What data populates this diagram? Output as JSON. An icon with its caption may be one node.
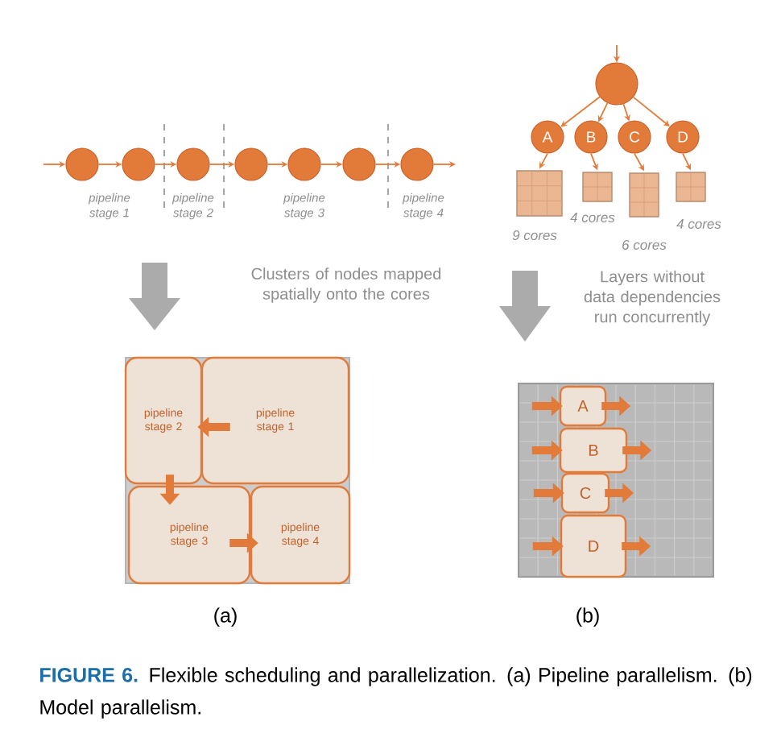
{
  "diagram": {
    "caption": "**FIGURE 6.** Flexible scheduling and parallelization. (a) Pipeline parallelism. (b) Model parallelism.",
    "nodes": [
      {
        "text": [],
        "shape": "circle"
      },
      {
        "text": [],
        "shape": "circle"
      },
      {
        "text": [],
        "shape": "circle"
      },
      {
        "text": [],
        "shape": "circle"
      },
      {
        "text": [],
        "shape": "circle"
      },
      {
        "text": [],
        "shape": "circle"
      },
      {
        "text": [],
        "shape": "circle"
      },
      {
        "text": [],
        "shape": "circle"
      },
      {
        "text": [
          "A"
        ]
      },
      {
        "text": [
          "B"
        ]
      },
      {
        "text": [
          "C"
        ]
      },
      {
        "text": [
          "D"
        ]
      },
      {
        "text": [],
        "shape": "box",
        "beside": [
          "9 cores"
        ]
      },
      {
        "text": [],
        "shape": "box",
        "beside": [
          "4 cores"
        ]
      },
      {
        "text": [],
        "shape": "box",
        "beside": [
          "6 cores"
        ]
      },
      {
        "text": [],
        "shape": "box",
        "beside": [
          "4 cores"
        ]
      },
      {
        "text": [],
        "shape": "box"
      },
      {
        "text": [
          "pipeline stage 2"
        ],
        "in": 16
      },
      {
        "text": [
          "pipeline stage 1"
        ],
        "in": 16
      },
      {
        "text": [
          "pipeline stage 3"
        ],
        "in": 16
      },
      {
        "text": [
          "pipeline stage 4"
        ],
        "in": 16
      },
      {
        "text": [],
        "shape": "box"
      },
      {
        "text": [
          "A"
        ],
        "in": 21
      },
      {
        "text": [
          "B"
        ],
        "in": 21
      },
      {
        "text": [
          "C"
        ],
        "in": 21
      },
      {
        "text": [
          "D"
        ],
        "in": 21
      }
    ],
    "edges": [
      {
        "from": null,
        "to": 0,
        "arrow": "to"
      },
      {
        "from": 0,
        "to": 1,
        "arrow": "to"
      },
      {
        "from": 1,
        "to": 2,
        "arrow": "to"
      },
      {
        "from": 2,
        "to": 3,
        "arrow": "to"
      },
      {
        "from": 3,
        "to": 4,
        "arrow": "to"
      },
      {
        "from": 4,
        "to": 5,
        "arrow": "to"
      },
      {
        "from": 5,
        "to": 6,
        "arrow": "to"
      },
      {
        "from": 6,
        "to": null,
        "arrow": "to"
      },
      {
        "from": null,
        "to": 7,
        "arrow": "to"
      },
      {
        "from": 7,
        "to": 8,
        "arrow": "to"
      },
      {
        "from": 7,
        "to": 9,
        "arrow": "to"
      },
      {
        "from": 7,
        "to": 10,
        "arrow": "to"
      },
      {
        "from": 7,
        "to": 11,
        "arrow": "to"
      },
      {
        "from": 8,
        "to": 12,
        "arrow": "to"
      },
      {
        "from": 9,
        "to": 13,
        "arrow": "to"
      },
      {
        "from": 10,
        "to": 14,
        "arrow": "to"
      },
      {
        "from": 11,
        "to": 15,
        "arrow": "to"
      },
      {
        "from": 18,
        "to": 17,
        "arrow": "to",
        "style": "thick"
      },
      {
        "from": 17,
        "to": 19,
        "arrow": "to",
        "style": "thick"
      },
      {
        "from": 19,
        "to": 20,
        "arrow": "to",
        "style": "thick"
      },
      {
        "from": null,
        "to": 22,
        "arrow": "to",
        "style": "thick"
      },
      {
        "from": 22,
        "to": null,
        "arrow": "to",
        "style": "thick"
      },
      {
        "from": null,
        "to": 23,
        "arrow": "to",
        "style": "thick"
      },
      {
        "from": 23,
        "to": null,
        "arrow": "to",
        "style": "thick"
      },
      {
        "from": null,
        "to": 24,
        "arrow": "to",
        "style": "thick"
      },
      {
        "from": 24,
        "to": null,
        "arrow": "to",
        "style": "thick"
      },
      {
        "from": null,
        "to": 25,
        "arrow": "to",
        "style": "thick"
      },
      {
        "from": 25,
        "to": null,
        "arrow": "to",
        "style": "thick"
      }
    ],
    "labels": [
      "pipeline stage 1",
      "pipeline stage 2",
      "pipeline stage 3",
      "pipeline stage 4",
      "Clusters of nodes mapped spatially onto the cores",
      "Layers without data dependencies run concurrently",
      "(a)",
      "(b)"
    ]
  }
}
